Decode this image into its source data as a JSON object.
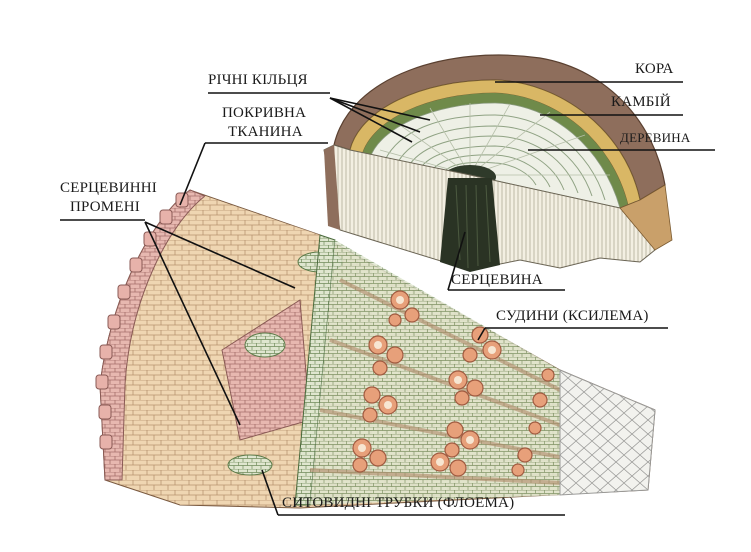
{
  "labels": {
    "bark": "КОРА",
    "cambium": "КАМБІЙ",
    "wood": "ДЕРЕВИНА",
    "annual_rings": "РІЧНІ КІЛЬЦЯ",
    "covering_tissue_1": "ПОКРИВНА",
    "covering_tissue_2": "ТКАНИНА",
    "medullary_rays_1": "СЕРЦЕВИННІ",
    "medullary_rays_2": "ПРОМЕНІ",
    "pith": "СЕРЦЕВИНА",
    "vessels": "СУДИНИ (КСИЛЕМА)",
    "sieve_tubes": "СИТОВИДНІ ТРУБКИ (ФЛОЕМА)"
  },
  "colors": {
    "bark": "#8a6a58",
    "bark_light": "#c8a98f",
    "cambium": "#6f8a4a",
    "wood_light": "#eef0e6",
    "wood_green": "#9fb58d",
    "cell_tan": "#e4c49b",
    "cell_pink": "#d6a4a4",
    "vessel": "#e7a07a",
    "vessel_center": "#f7e6d2",
    "ray_green": "#8fae86",
    "line": "#111111"
  }
}
